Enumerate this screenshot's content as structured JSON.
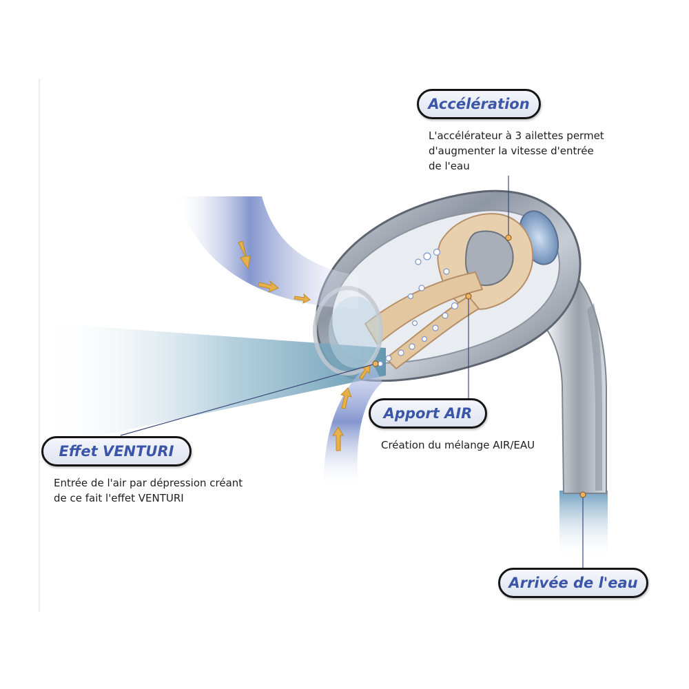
{
  "labels": {
    "acceleration": {
      "title": "Accélération",
      "lines": [
        "L'accélérateur à 3 ailettes permet",
        "d'augmenter la vitesse d'entrée",
        "de l'eau"
      ]
    },
    "apport_air": {
      "title": "Apport AIR",
      "lines": [
        "Création du mélange AIR/EAU"
      ]
    },
    "effet_venturi": {
      "title": "Effet VENTURI",
      "lines": [
        "Entrée de l'air par dépression créant",
        "de ce fait l'effet VENTURI"
      ]
    },
    "arrivee_eau": {
      "title": "Arrivée de l'eau"
    }
  },
  "colors": {
    "pill_text": "#3b56a8",
    "pill_border": "#141414",
    "nozzle_metal": "#9aa1ab",
    "internal_parts": "#e6c9a6",
    "water_blue": "#7f95cc",
    "jet_blue": "#8fb3c9",
    "arrow": "#e8b04a"
  }
}
